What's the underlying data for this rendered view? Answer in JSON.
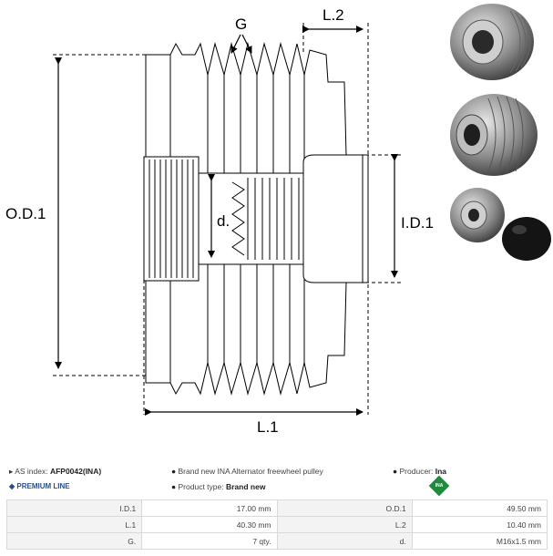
{
  "drawing": {
    "labels": {
      "g": "G",
      "l2": "L.2",
      "od1": "O.D.1",
      "id1": "I.D.1",
      "d": "d.",
      "l1": "L.1"
    }
  },
  "info": {
    "as_index_label": "AS index:",
    "as_index_value": "AFP0042(INA)",
    "premium": "PREMIUM LINE",
    "description": "Brand new INA Alternator freewheel pulley",
    "product_type_label": "Product type:",
    "product_type_value": "Brand new",
    "producer_label": "Producer:",
    "producer_value": "Ina",
    "ina_badge": "INA",
    "colors": {
      "accent": "#2d4f86",
      "badge": "#1e8a3c"
    }
  },
  "spec_rows": [
    {
      "k1": "I.D.1",
      "v1": "17.00 mm",
      "k2": "O.D.1",
      "v2": "49.50 mm"
    },
    {
      "k1": "L.1",
      "v1": "40.30 mm",
      "k2": "L.2",
      "v2": "10.40 mm"
    },
    {
      "k1": "G.",
      "v1": "7 qty.",
      "k2": "d.",
      "v2": "M16x1.5 mm"
    }
  ]
}
